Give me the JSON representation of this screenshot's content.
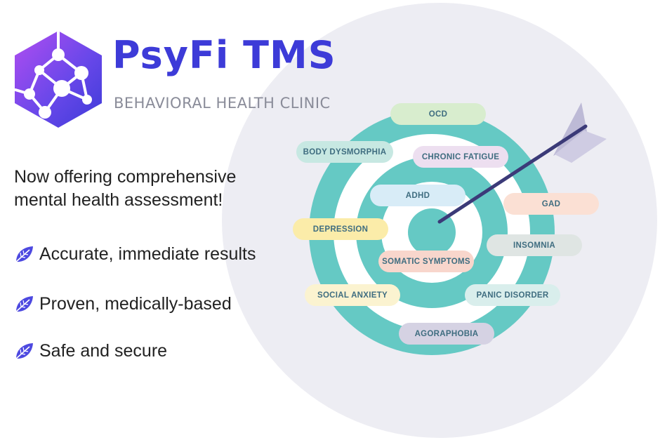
{
  "brand": {
    "title": "PsyFi TMS",
    "subtitle": "BEHAVIORAL HEALTH CLINIC",
    "logo_icon": "hexagon-network-icon"
  },
  "headline": "Now offering comprehensive mental health assessment!",
  "features": [
    {
      "label": "Accurate, immediate results",
      "icon": "leaf-icon"
    },
    {
      "label": "Proven, medically-based",
      "icon": "leaf-icon"
    },
    {
      "label": "Safe and secure",
      "icon": "leaf-icon"
    }
  ],
  "conditions": [
    {
      "label": "OCD",
      "color": "#d8edce"
    },
    {
      "label": "BODY DYSMORPHIA",
      "color": "#c7e8e2"
    },
    {
      "label": "CHRONIC FATIGUE",
      "color": "#eddff0"
    },
    {
      "label": "ADHD",
      "color": "#d8ecf7"
    },
    {
      "label": "GAD",
      "color": "#fbe0d4"
    },
    {
      "label": "DEPRESSION",
      "color": "#fbeca9"
    },
    {
      "label": "INSOMNIA",
      "color": "#dfe5e3"
    },
    {
      "label": "SOMATIC SYMPTOMS",
      "color": "#f8d6cc"
    },
    {
      "label": "SOCIAL ANXIETY",
      "color": "#fbf3d0"
    },
    {
      "label": "PANIC DISORDER",
      "color": "#d9eeec"
    },
    {
      "label": "AGORAPHOBIA",
      "color": "#d5d2e3"
    }
  ],
  "colors": {
    "brand": "#3d3bd8",
    "target_teal": "#65c9c4",
    "arrow": "#3b3a78",
    "background_circle": "#ededf3"
  }
}
